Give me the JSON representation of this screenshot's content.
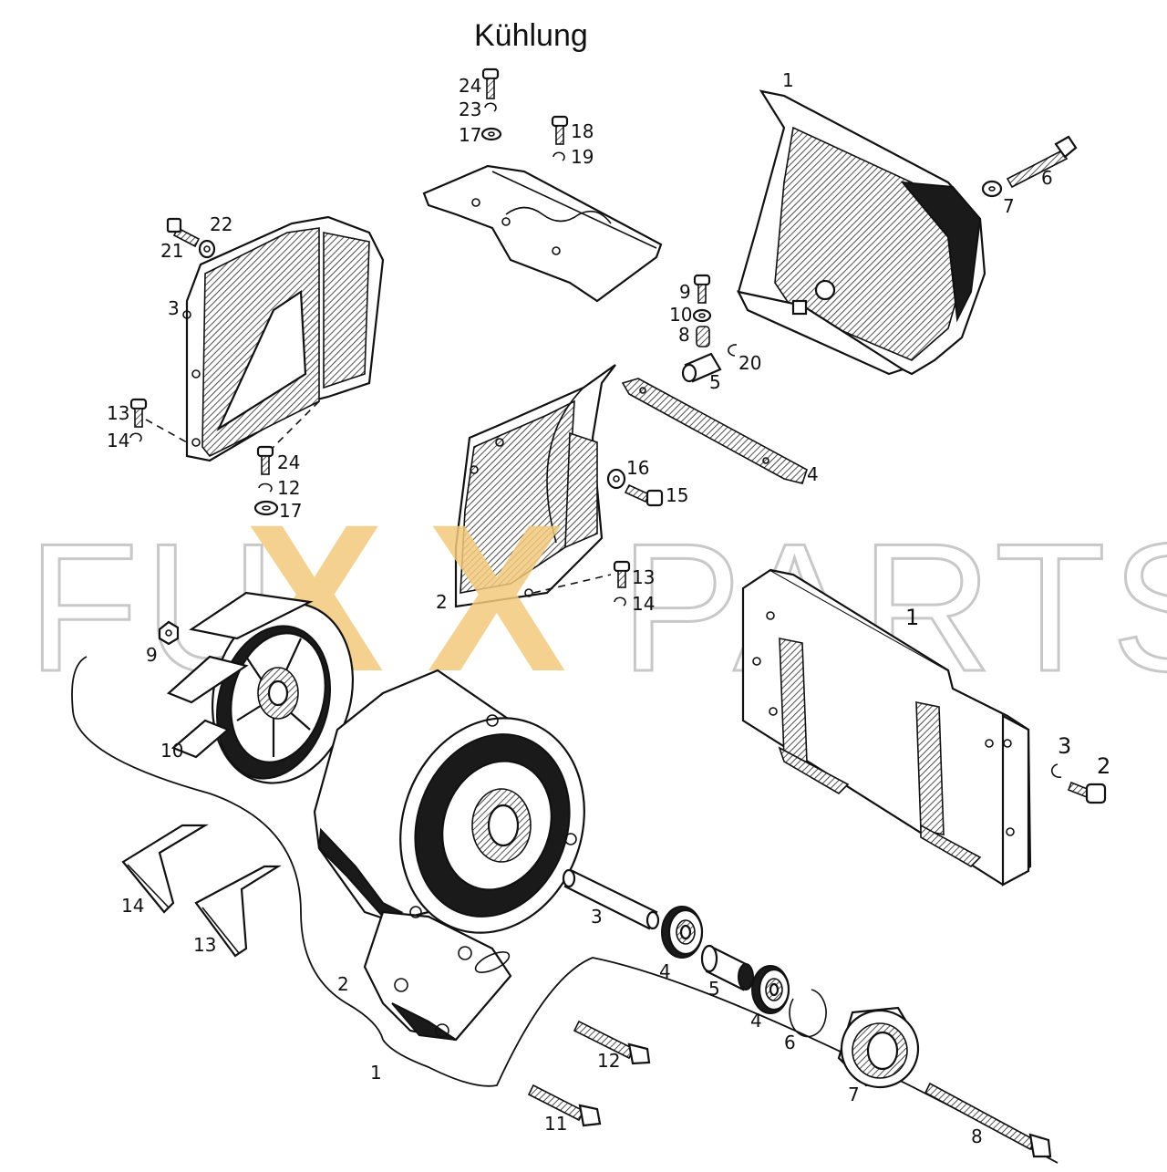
{
  "title": "Kühlung",
  "watermark": {
    "left": "FU",
    "x1": "X",
    "x2": "X",
    "right": "PARTS",
    "accent_color": "#f2c97a",
    "outline_color": "#c8c8c8"
  },
  "callouts": {
    "c24a": "24",
    "c23": "23",
    "c17a": "17",
    "c18": "18",
    "c19": "19",
    "c1_top": "1",
    "c6_top": "6",
    "c7_top": "7",
    "c22": "22",
    "c21": "21",
    "c3_cover": "3",
    "c9_top": "9",
    "c10_top": "10",
    "c8_top": "8",
    "c5_top": "5",
    "c20": "20",
    "c13_left": "13",
    "c14_left": "14",
    "c24b": "24",
    "c12a": "12",
    "c17b": "17",
    "c16": "16",
    "c15": "15",
    "c4_plate": "4",
    "c2_cover": "2",
    "c13_mid": "13",
    "c14_mid": "14",
    "c1_frame": "1",
    "c3_frame": "3",
    "c2_frame": "2",
    "c9_fan": "9",
    "c10_fan": "10",
    "c14_bracket": "14",
    "c13_bracket": "13",
    "c2_housing": "2",
    "c1_group": "1",
    "c3_shaft": "3",
    "c4_bearing_a": "4",
    "c5_spacer": "5",
    "c4_bearing_b": "4",
    "c6_ring": "6",
    "c7_pulley": "7",
    "c12_bolt": "12",
    "c11_bolt": "11",
    "c8_bolt": "8"
  }
}
